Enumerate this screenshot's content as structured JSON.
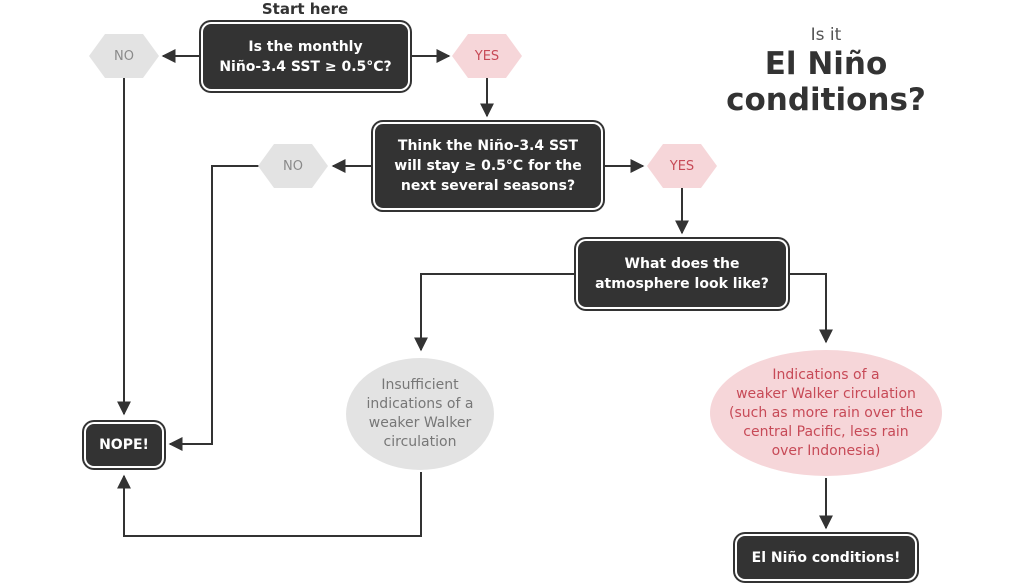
{
  "header": {
    "start_label": "Start here",
    "title_pre": "Is it",
    "title_line1": "El Niño",
    "title_line2": "conditions?"
  },
  "nodes": {
    "q1": "Is the monthly\nNiño-3.4 SST ≥ 0.5°C?",
    "q2": "Think the Niño-3.4 SST\nwill stay ≥ 0.5°C for the\nnext several seasons?",
    "q3": "What does the\natmosphere look like?",
    "insufficient": "Insufficient\nindications of a\nweaker Walker\ncirculation",
    "indications": "Indications of a\nweaker Walker circulation\n(such as more rain over the\ncentral Pacific, less rain\nover Indonesia)",
    "nope": "NOPE!",
    "el_nino": "El Niño conditions!"
  },
  "decisions": {
    "no_1": "NO",
    "yes_1": "YES",
    "no_2": "NO",
    "yes_2": "YES"
  },
  "colors": {
    "box_fill": "#333333",
    "line": "#333333",
    "no_fill": "#e3e3e3",
    "yes_fill": "#f6d6d9",
    "yes_text": "#c74a57"
  }
}
